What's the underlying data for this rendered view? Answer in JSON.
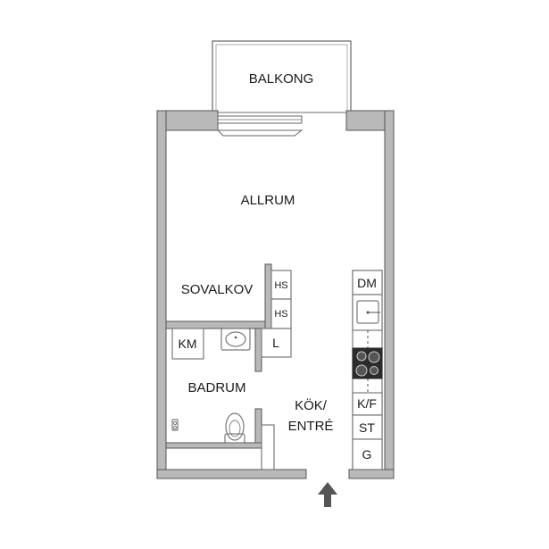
{
  "rooms": {
    "balcony": "BALKONG",
    "living": "ALLRUM",
    "alcove": "SOVALKOV",
    "bath": "BADRUM",
    "kitchen_line1": "KÖK/",
    "kitchen_line2": "ENTRÉ"
  },
  "fixtures": {
    "wardrobe_1": "HS",
    "wardrobe_2": "HS",
    "linen": "L",
    "washer": "KM",
    "dishwasher": "DM",
    "fridge_freezer": "K/F",
    "storage": "ST",
    "closet": "G"
  },
  "colors": {
    "wall": "#b9b9b9",
    "outline": "#555555",
    "arrow": "#555555"
  }
}
